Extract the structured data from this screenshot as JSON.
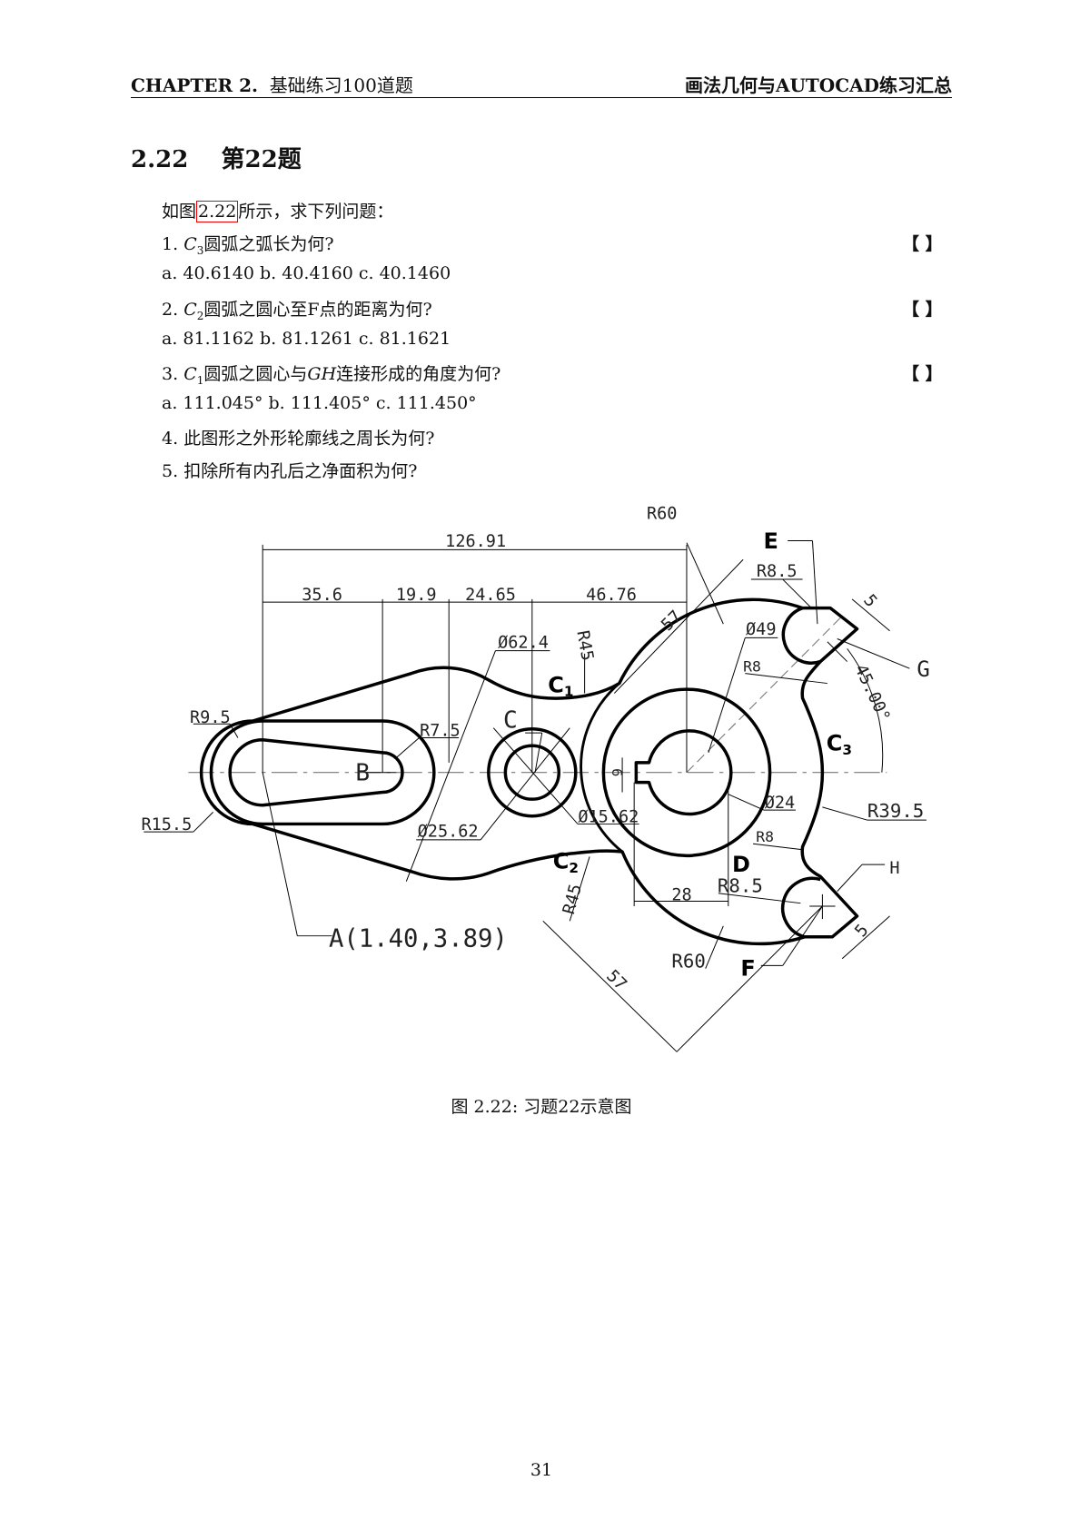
{
  "header": {
    "left_chapter": "CHAPTER 2.",
    "left_title": "基础练习100道题",
    "right_title": "画法几何与AUTOCAD练习汇总"
  },
  "section": {
    "number": "2.22",
    "title": "第22题"
  },
  "intro": {
    "pre": "如图",
    "ref": "2.22",
    "post": "所示，求下列问题："
  },
  "questions": [
    {
      "num": "1.",
      "var": "C",
      "sub": "3",
      "text": "圆弧之弧长为何?",
      "bracket": "【  】",
      "options": "a. 40.6140 b. 40.4160 c. 40.1460"
    },
    {
      "num": "2.",
      "var": "C",
      "sub": "2",
      "text": "圆弧之圆心至F点的距离为何?",
      "bracket": "【  】",
      "options": "a. 81.1162 b. 81.1261 c. 81.1621"
    },
    {
      "num": "3.",
      "var": "C",
      "sub": "1",
      "text": "圆弧之圆心与",
      "var2": "GH",
      "text2": "连接形成的角度为何?",
      "bracket": "【  】",
      "options": "a. 111.045° b. 111.405° c. 111.450°"
    },
    {
      "num": "4.",
      "text": "此图形之外形轮廓线之周长为何?"
    },
    {
      "num": "5.",
      "text": "扣除所有内孔后之净面积为何?"
    }
  ],
  "drawing": {
    "dims": {
      "d126": "126.91",
      "d35": "35.6",
      "d19": "19.9",
      "d24": "24.65",
      "d46": "46.76",
      "r60a": "R60",
      "r60b": "R60",
      "r85a": "R8.5",
      "r85b": "R8.5",
      "five_a": "5",
      "five_b": "5",
      "s57a": "57",
      "s57b": "57",
      "d49": "Ø49",
      "r8a": "R8",
      "r8b": "R8",
      "ang": "45.00°",
      "d624": "Ø62.4",
      "r45a": "R45",
      "r45b": "R45",
      "r95": "R9.5",
      "r75": "R7.5",
      "r155": "R15.5",
      "d2562": "Ø25.62",
      "d1562": "Ø15.62",
      "six": "6",
      "d24b": "Ø24",
      "r395": "R39.5",
      "d28": "28",
      "pointA": "A(1.40,3.89)"
    },
    "labels": {
      "E": "E",
      "G": "G",
      "H": "H",
      "F": "F",
      "D": "D",
      "C": "C",
      "B": "B",
      "C1": "C",
      "C1s": "1",
      "C2": "C",
      "C2s": "2",
      "C3": "C",
      "C3s": "3"
    }
  },
  "caption": "图 2.22: 习题22示意图",
  "page_number": "31"
}
